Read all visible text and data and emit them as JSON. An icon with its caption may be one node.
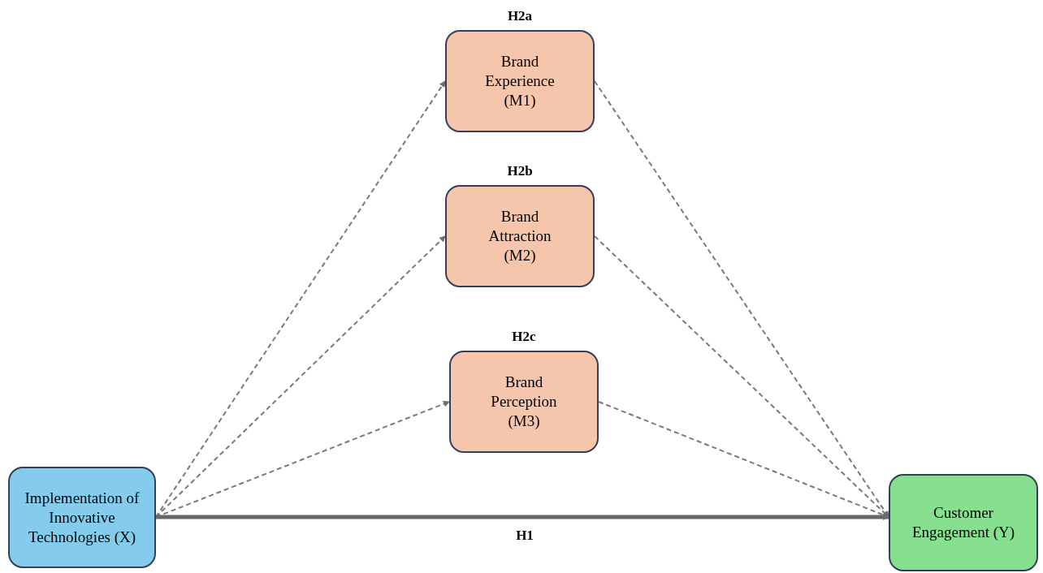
{
  "diagram": {
    "nodes": [
      {
        "text": [
          "Implementation of Innovative Technologies (X)"
        ]
      },
      {
        "text": [
          "Brand Experience (M1)"
        ],
        "beside": [
          "H2a"
        ]
      },
      {
        "text": [
          "Brand Attraction (M2)"
        ],
        "beside": [
          "H2b"
        ]
      },
      {
        "text": [
          "Brand Perception (M3)"
        ],
        "beside": [
          "H2c"
        ]
      },
      {
        "text": [
          "Customer Engagement (Y)"
        ]
      }
    ],
    "edges": [
      {
        "from": 0,
        "to": 1,
        "arrow": "to",
        "style": "dashed"
      },
      {
        "from": 0,
        "to": 2,
        "arrow": "to",
        "style": "dashed"
      },
      {
        "from": 0,
        "to": 3,
        "arrow": "to",
        "style": "dashed"
      },
      {
        "from": 1,
        "to": 4,
        "arrow": "to",
        "style": "dashed"
      },
      {
        "from": 2,
        "to": 4,
        "arrow": "to",
        "style": "dashed"
      },
      {
        "from": 3,
        "to": 4,
        "arrow": "to",
        "style": "dashed"
      },
      {
        "from": 0,
        "to": 4,
        "arrow": "to",
        "label": "H1",
        "style": "thick"
      }
    ]
  }
}
